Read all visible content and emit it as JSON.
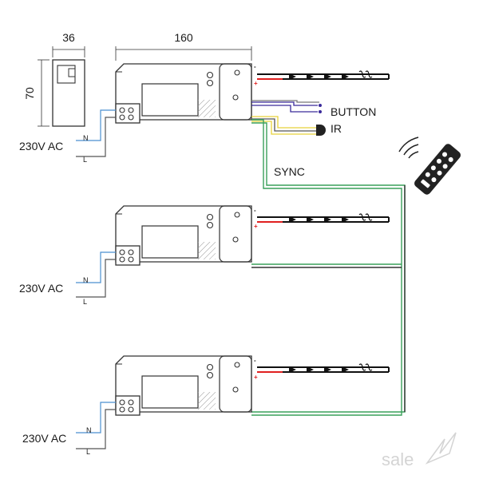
{
  "dimensions": {
    "width": "36",
    "length": "160",
    "height": "70"
  },
  "inputs": {
    "voltage": "230V AC",
    "neutral": "N",
    "line": "L"
  },
  "outputs": {
    "minus": "-",
    "plus": "+",
    "button": "BUTTON",
    "ir": "IR"
  },
  "sync": {
    "label": "SYNC"
  },
  "watermark": {
    "text": "sale"
  },
  "colors": {
    "outline": "#333333",
    "wire_blue": "#4a8fd0",
    "wire_gray": "#555555",
    "wire_red": "#e02020",
    "wire_green": "#3aa05a",
    "wire_yellow": "#e8d23a",
    "wire_purple": "#3a2a9a",
    "hatch": "#999999"
  }
}
